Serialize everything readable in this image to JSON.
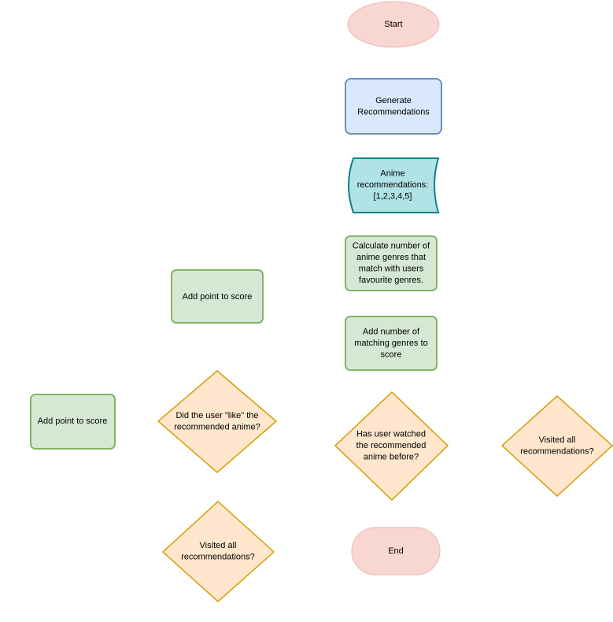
{
  "colors": {
    "terminal_fill": "#f8d7d3",
    "terminal_stroke": "#ecb8b3",
    "process_blue_fill": "#dae8fc",
    "process_blue_stroke": "#6c8ebf",
    "data_fill": "#b0e3e6",
    "data_stroke": "#0e8088",
    "process_green_fill": "#d5e8d4",
    "process_green_stroke": "#82b366",
    "decision_fill": "#ffe6cc",
    "decision_stroke": "#d79b00"
  },
  "nodes": {
    "start": {
      "lines": [
        "Start"
      ]
    },
    "generate": {
      "lines": [
        "Generate",
        "Recommendations"
      ]
    },
    "anime_data": {
      "lines": [
        "Anime",
        "recommendations:",
        "[1,2,3,4,5]"
      ]
    },
    "calc_genres": {
      "lines": [
        "Calculate number of",
        "anime genres that",
        "match with users",
        "favourite genres."
      ]
    },
    "add_matching": {
      "lines": [
        "Add number of",
        "matching genres to",
        "score"
      ]
    },
    "watched_before": {
      "lines": [
        "Has user watched",
        "the recommended",
        "anime before?"
      ]
    },
    "visited_right": {
      "lines": [
        "Visited all",
        "recommendations?"
      ]
    },
    "add_point_top": {
      "lines": [
        "Add point to score"
      ]
    },
    "did_like": {
      "lines": [
        "Did the user \"like\" the",
        "recommended anime?"
      ]
    },
    "add_point_left": {
      "lines": [
        "Add point to score"
      ]
    },
    "visited_bottom": {
      "lines": [
        "Visited all",
        "recommendations?"
      ]
    },
    "end": {
      "lines": [
        "End"
      ]
    }
  }
}
